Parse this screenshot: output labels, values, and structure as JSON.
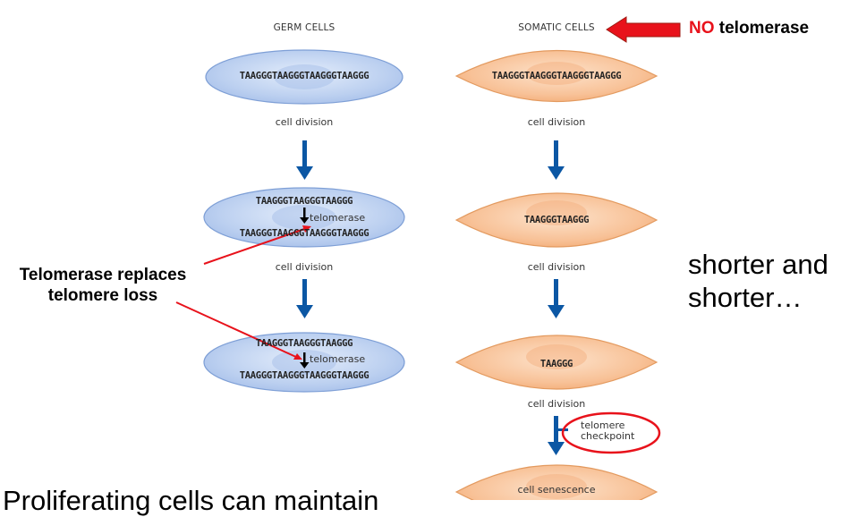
{
  "headers": {
    "germ": "GERM CELLS",
    "somatic": "SOMATIC CELLS"
  },
  "annotation_no_telomerase": {
    "no": "NO",
    "rest": " telomerase"
  },
  "germ_cells": [
    {
      "lines": [
        "TAAGGGTAAGGGTAAGGGTAAGGG"
      ],
      "label_below": "cell division"
    },
    {
      "top": "TAAGGGTAAGGGTAAGGG",
      "enzyme": "telomerase",
      "bottom": "TAAGGGTAAGGGTAAGGGTAAGGG",
      "label_below": "cell division"
    },
    {
      "top": "TAAGGGTAAGGGTAAGGG",
      "enzyme": "telomerase",
      "bottom": "TAAGGGTAAGGGTAAGGGTAAGGG"
    }
  ],
  "somatic_cells": [
    {
      "sequence": "TAAGGGTAAGGGTAAGGGTAAGGG",
      "label_below": "cell division"
    },
    {
      "sequence": "TAAGGGTAAGGG",
      "label_below": "cell division"
    },
    {
      "sequence": "TAAGGG",
      "label_below": "cell division"
    },
    {
      "sequence": "cell senescence"
    }
  ],
  "checkpoint": {
    "line1": "telomere",
    "line2": "checkpoint"
  },
  "callout_left": {
    "line1": "Telomerase replaces",
    "line2": "telomere loss"
  },
  "right_note": {
    "line1": "shorter and",
    "line2": "shorter…"
  },
  "bottom_text_cut": "Proliferating cells can maintain",
  "colors": {
    "germ_fill": "#b9cdee",
    "germ_stroke": "#7e9fd6",
    "somatic_fill": "#f7be8e",
    "somatic_stroke": "#e39a5f",
    "flow_arrow": "#0b57a4",
    "highlight_red": "#e8121b"
  }
}
